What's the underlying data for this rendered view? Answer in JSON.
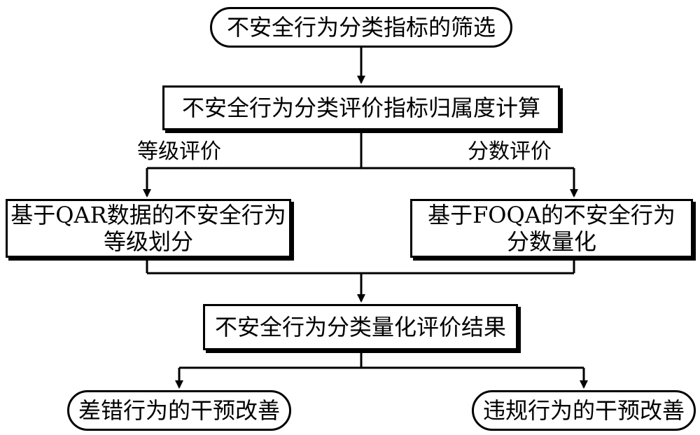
{
  "nodes": {
    "start": "不安全行为分类指标的筛选",
    "membership": "不安全行为分类评价指标归属度计算",
    "qar": [
      "基于QAR数据的不安全行为",
      "等级划分"
    ],
    "foqa": [
      "基于FOQA的不安全行为",
      "分数量化"
    ],
    "result": "不安全行为分类量化评价结果",
    "error": "差错行为的干预改善",
    "violation": "违规行为的干预改善"
  },
  "edge_labels": {
    "left": "等级评价",
    "right": "分数评价"
  }
}
